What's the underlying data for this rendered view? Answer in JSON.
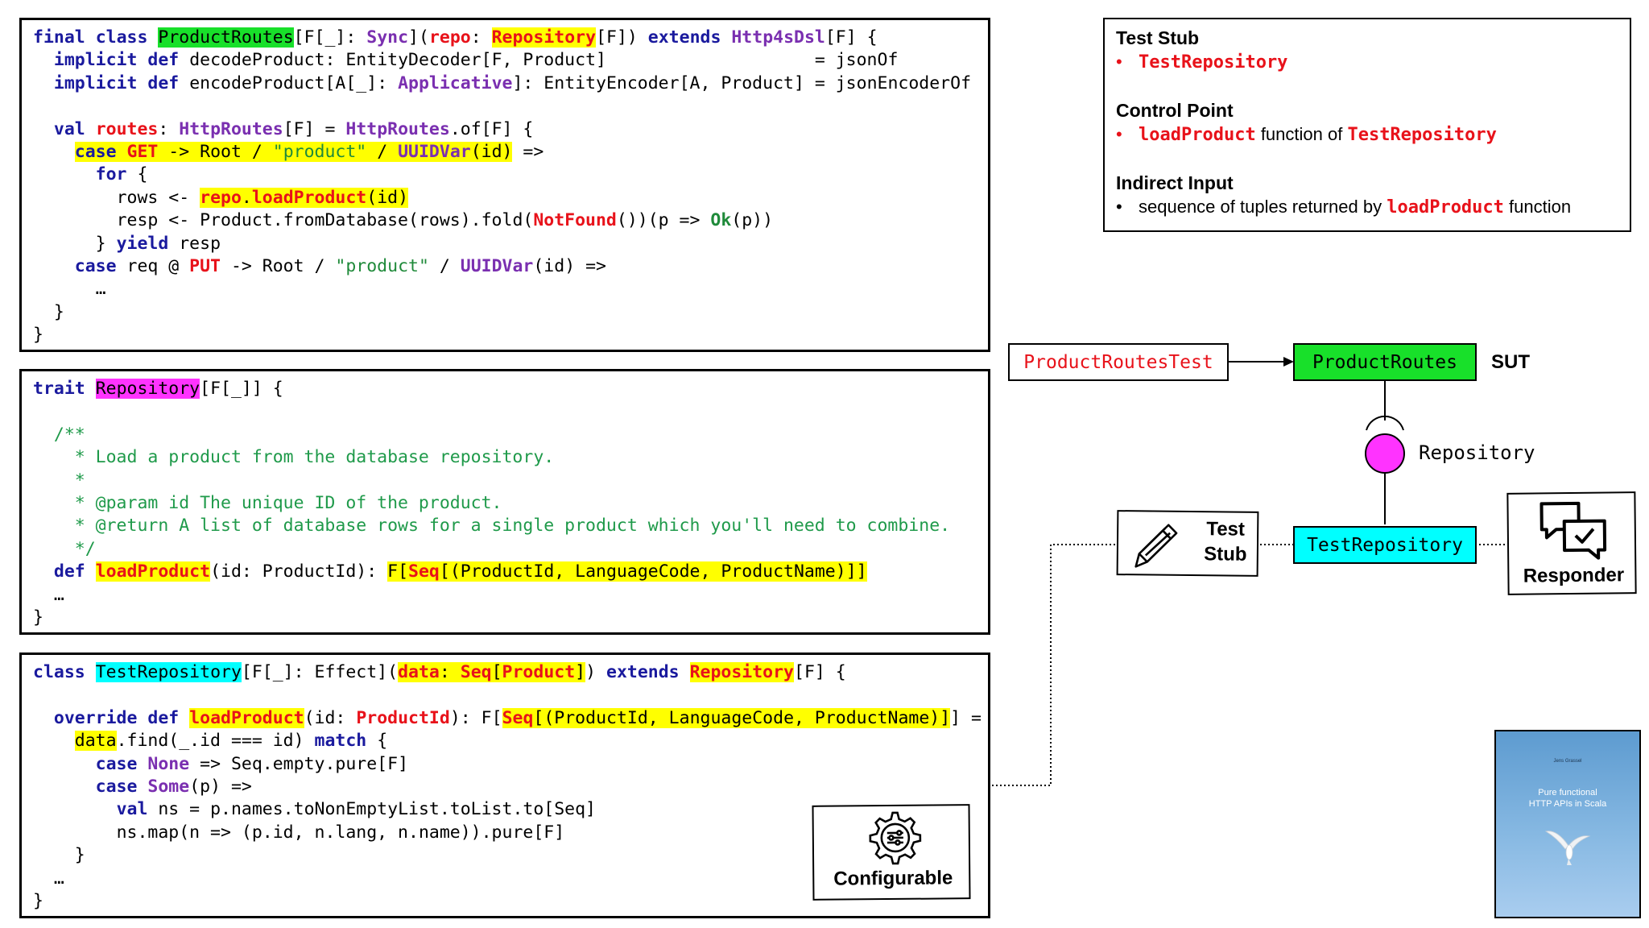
{
  "code_product_routes": {
    "line1": {
      "final": "final",
      "class": "class",
      "name": "ProductRoutes",
      "a": "[F[_]: ",
      "sync": "Sync",
      "b": "](",
      "repo": "repo",
      "c": ": ",
      "repository": "Repository",
      "d": "[F]) ",
      "extends": "extends",
      "e": " ",
      "dsl": "Http4sDsl",
      "f": "[F] {"
    },
    "line2": {
      "implicit": "implicit",
      "def": "def",
      "rest": " decodeProduct: EntityDecoder[F, Product]                    = jsonOf"
    },
    "line3": {
      "implicit": "implicit",
      "def": "def",
      "a": " encodeProduct[A[_]: ",
      "applicative": "Applicative",
      "b": "]: EntityEncoder[A, Product] = jsonEncoderOf"
    },
    "line5": {
      "val": "val",
      "routes": "routes",
      "a": ": ",
      "hr1": "HttpRoutes",
      "b": "[F] = ",
      "hr2": "HttpRoutes",
      "c": ".of[F] {"
    },
    "line6": {
      "case": "case",
      "get": "GET",
      "a": " -> Root / ",
      "str": "\"product\"",
      "b": " / ",
      "uuid": "UUIDVar",
      "c": "(id)",
      "d": " =>"
    },
    "line7": {
      "for": "for",
      "rest": " {"
    },
    "line8": {
      "a": "rows <- ",
      "repo": "repo",
      "dot": ".",
      "load": "loadProduct",
      "c": "(id)"
    },
    "line9": {
      "a": "resp <- Product.fromDatabase(rows).fold(",
      "notfound": "NotFound",
      "b": "())(p => ",
      "ok": "Ok",
      "c": "(p))"
    },
    "line10": {
      "a": "} ",
      "yield": "yield",
      "b": " resp"
    },
    "line11": {
      "case": "case",
      "a": " req @ ",
      "put": "PUT",
      "b": " -> Root / ",
      "str": "\"product\"",
      "c": " / ",
      "uuid": "UUIDVar",
      "d": "(id) =>"
    },
    "line12": "…",
    "line13": "}",
    "line14": "}"
  },
  "code_repository": {
    "line1": {
      "trait": "trait",
      "name": "Repository",
      "rest": "[F[_]] {"
    },
    "c1": "/**",
    "c2": "  * Load a product from the database repository.",
    "c3": "  *",
    "c4": "  * @param id The unique ID of the product.",
    "c5": "  * @return A list of database rows for a single product which you'll need to combine.",
    "c6": "  */",
    "def_line": {
      "def": "def",
      "load": "loadProduct",
      "a": "(id: ProductId): ",
      "f": "F[",
      "seq": "Seq",
      "b": "[(ProductId, LanguageCode, ProductName)]]"
    },
    "ellipsis": "…",
    "close": "}"
  },
  "code_test_repository": {
    "line1": {
      "class": "class",
      "name": "TestRepository",
      "a": "[F[_]: Effect](",
      "data": "data",
      "b": ": ",
      "seq": "Seq",
      "c": "[",
      "product": "Product",
      "d": "]",
      "e": ") ",
      "extends": "extends",
      "f": " ",
      "repository": "Repository",
      "g": "[F] {"
    },
    "line3": {
      "override": "override",
      "def": "def",
      "load": "loadProduct",
      "a": "(id: ",
      "pid": "ProductId",
      "b": "): F[",
      "seq": "Seq",
      "c": "[(ProductId, LanguageCode, ProductName)]",
      "d": "] ="
    },
    "line4": {
      "data": "data",
      "a": ".find(_.id === id) ",
      "match": "match",
      "b": " {"
    },
    "line5": {
      "case": "case",
      "none": "None",
      "a": " => Seq.empty.pure[F]"
    },
    "line6": {
      "case": "case",
      "some": "Some",
      "a": "(p) =>"
    },
    "line7": {
      "val": "val",
      "a": " ns = p.names.toNonEmptyList.toList.to[Seq]"
    },
    "line8": "ns.map(n => (p.id, n.lang, n.name)).pure[F]",
    "line9": "}",
    "line10": "…",
    "line11": "}"
  },
  "notes": {
    "test_stub_title": "Test Stub",
    "test_stub_item": "TestRepository",
    "control_point_title": "Control Point",
    "control_point_code": "loadProduct",
    "control_point_mid": " function of ",
    "control_point_code2": "TestRepository",
    "indirect_input_title": "Indirect Input",
    "indirect_input_text": "sequence of tuples returned by ",
    "indirect_input_code": "loadProduct",
    "indirect_input_tail": " function",
    "bullet": "•"
  },
  "diagram": {
    "test_label": "ProductRoutesTest",
    "sut_box": "ProductRoutes",
    "sut_label": "SUT",
    "interface_label": "Repository",
    "stub_box": "TestRepository",
    "stamp_stub_line1": "Test",
    "stamp_stub_line2": "Stub",
    "stamp_responder": "Responder",
    "stamp_configurable": "Configurable"
  },
  "book": {
    "author": "Jens Grassel",
    "title_line1": "Pure functional",
    "title_line2": "HTTP APIs in Scala"
  },
  "colors": {
    "green": "#18e02a",
    "magenta": "#ff33ff",
    "cyan": "#00ffff",
    "yellow": "#ffff00",
    "red": "#e8121a"
  }
}
